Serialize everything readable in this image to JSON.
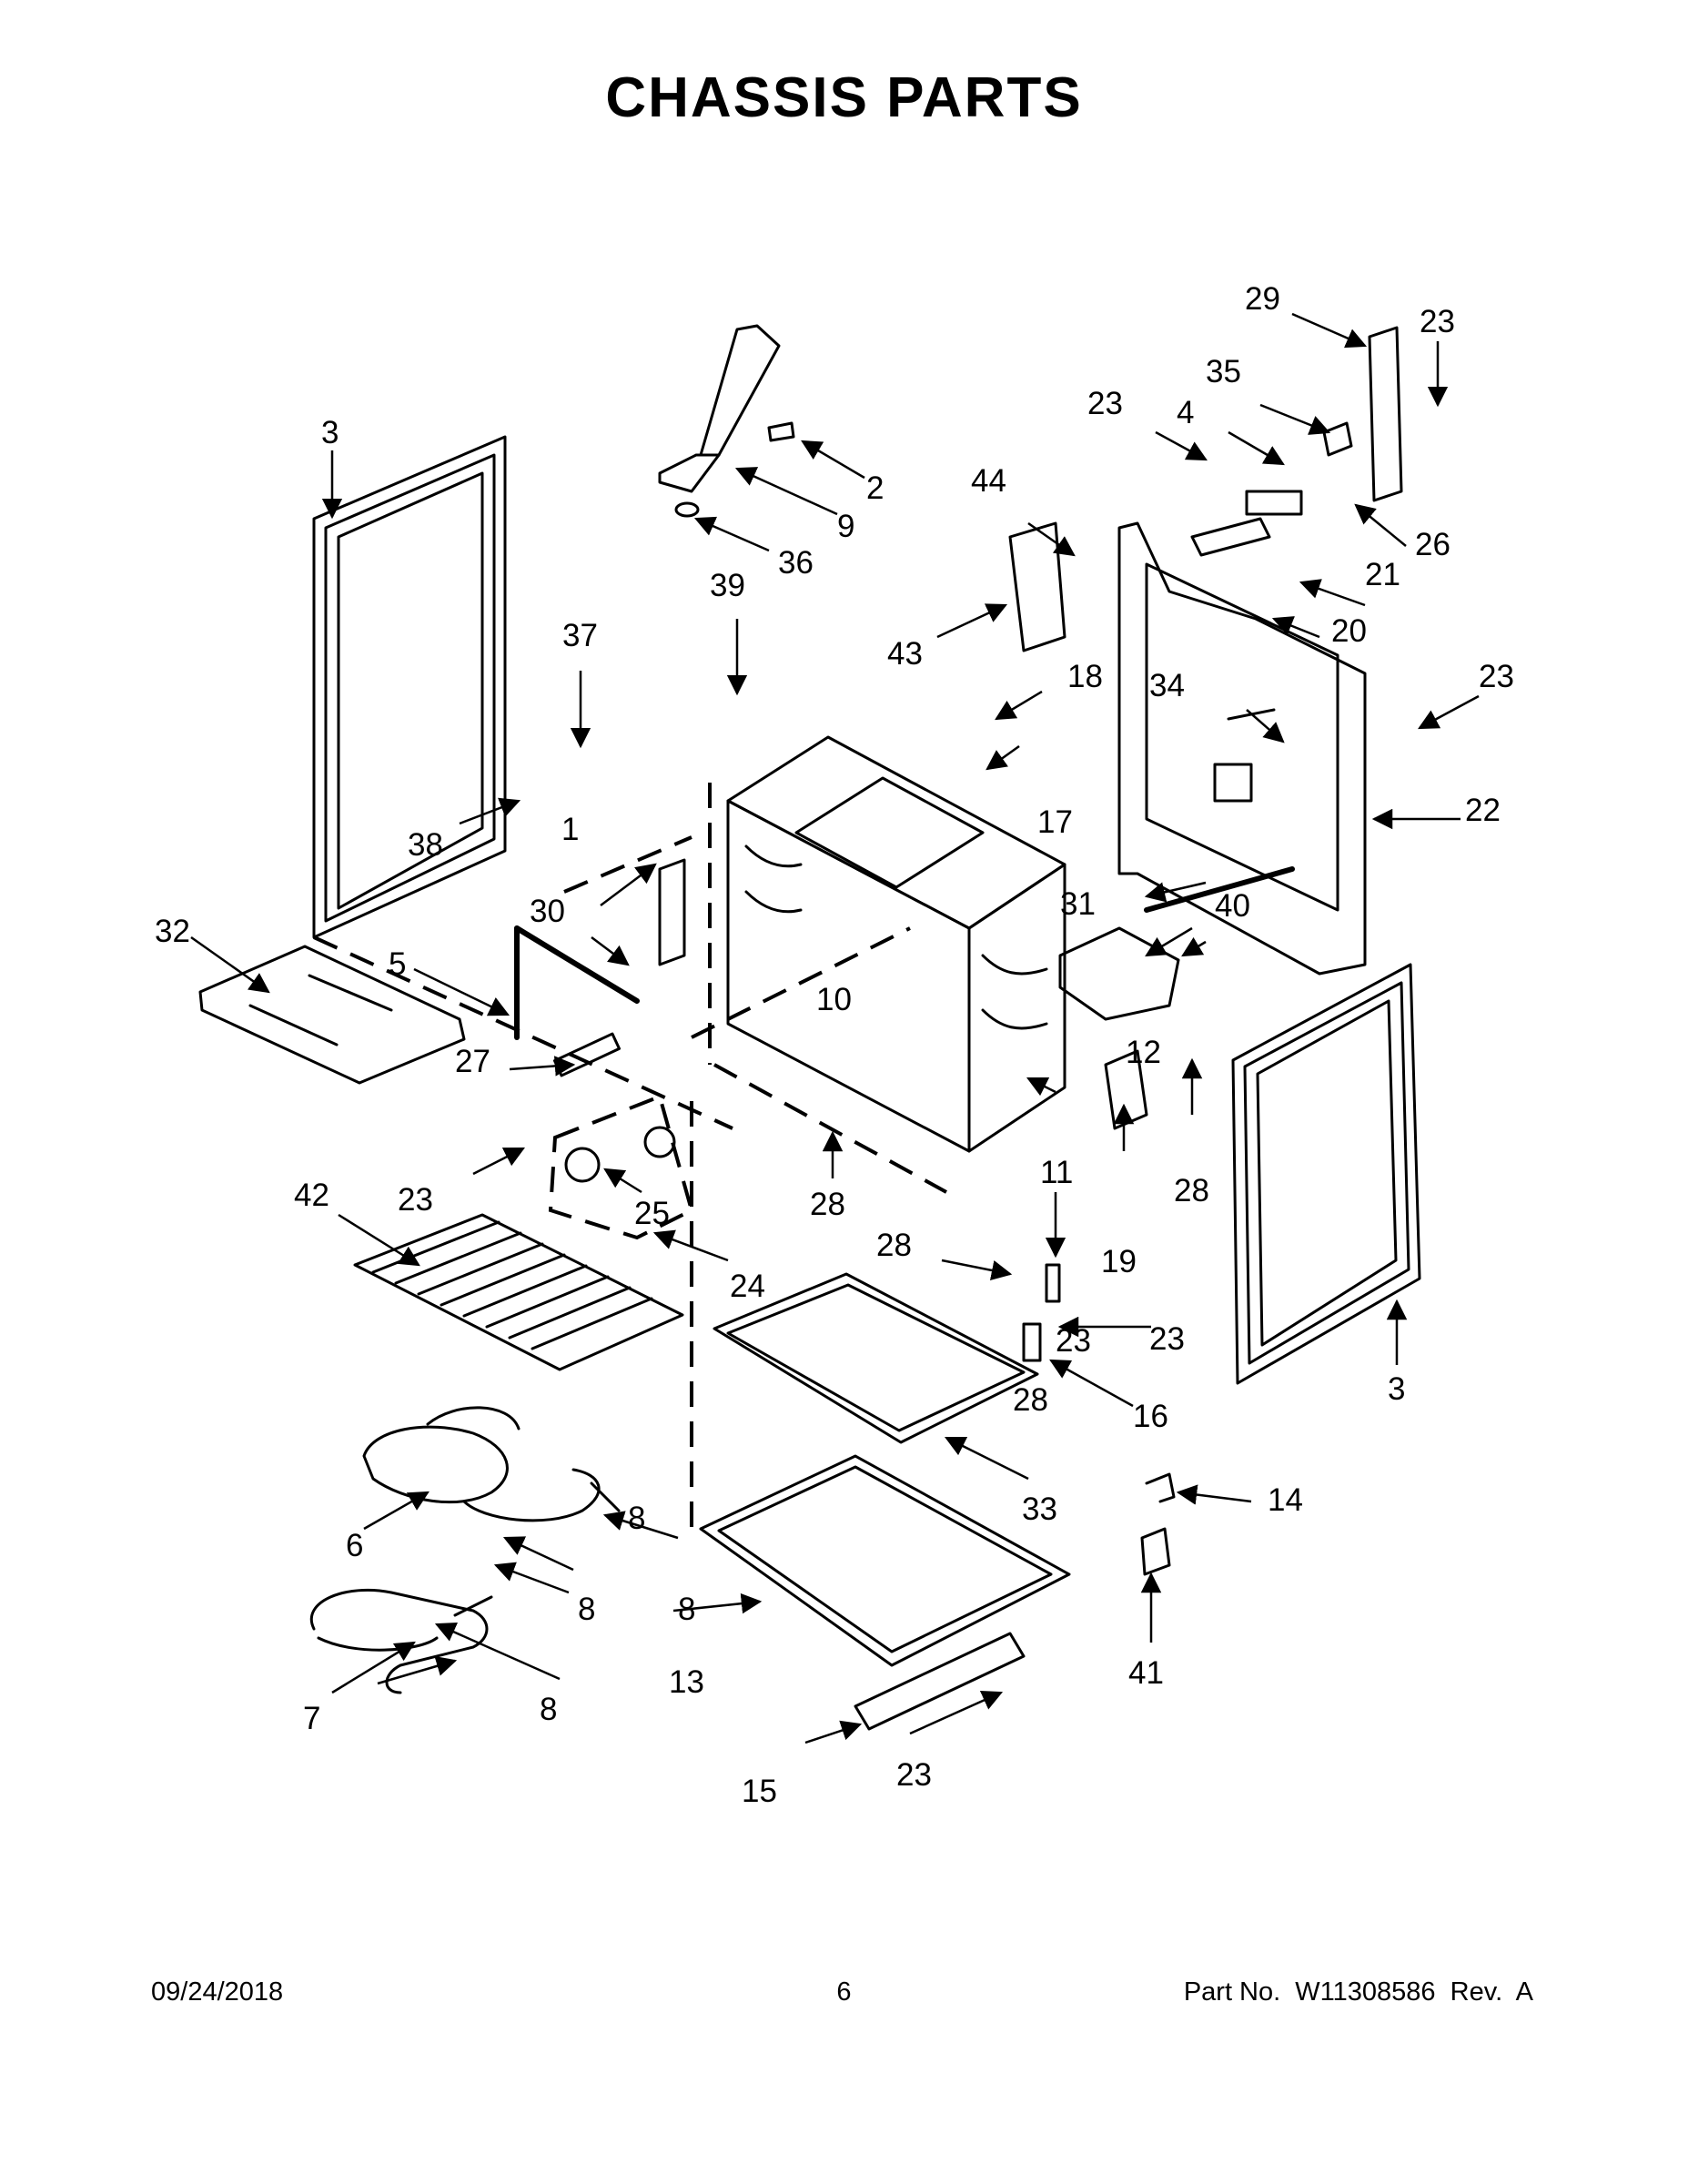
{
  "title": "CHASSIS PARTS",
  "callouts": [
    "1",
    "2",
    "3",
    "3",
    "4",
    "5",
    "6",
    "7",
    "8",
    "8",
    "8",
    "8",
    "9",
    "10",
    "11",
    "12",
    "13",
    "14",
    "15",
    "16",
    "17",
    "18",
    "19",
    "20",
    "21",
    "22",
    "23",
    "23",
    "23",
    "23",
    "23",
    "23",
    "23",
    "24",
    "25",
    "26",
    "27",
    "28",
    "28",
    "28",
    "28",
    "29",
    "30",
    "31",
    "32",
    "33",
    "34",
    "35",
    "36",
    "37",
    "38",
    "39",
    "40",
    "41",
    "42",
    "43",
    "44"
  ],
  "footer": {
    "date": "09/24/2018",
    "page": "6",
    "part_no": "Part No.  W11308586  Rev.  A"
  }
}
